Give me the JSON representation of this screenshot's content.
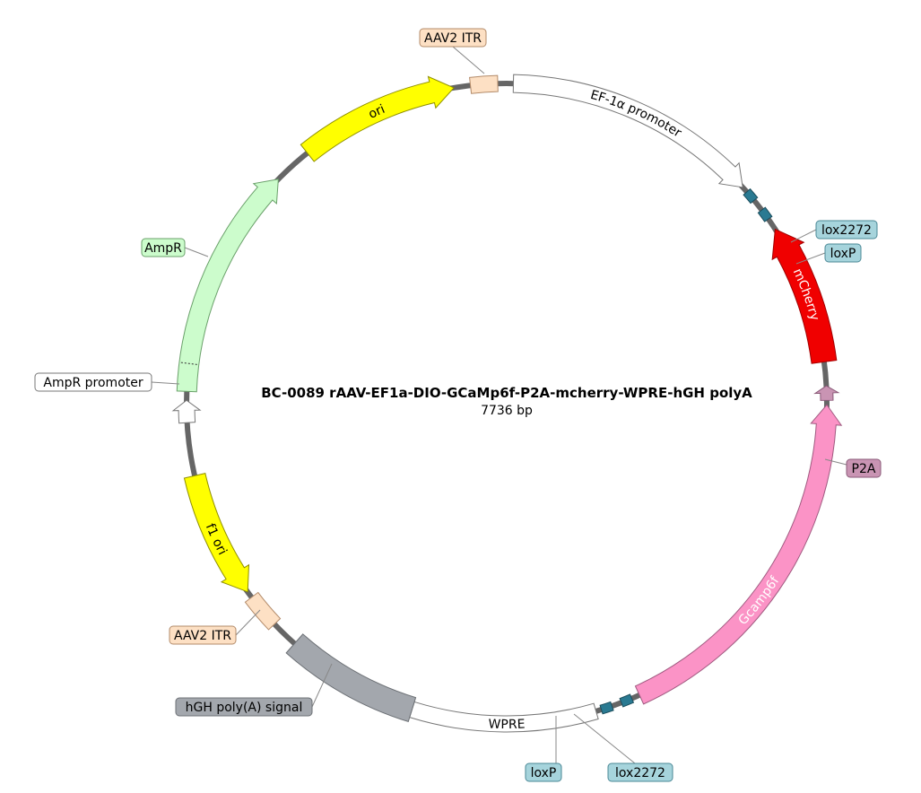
{
  "plasmid": {
    "title": "BC-0089   rAAV-EF1a-DIO-GCaMp6f-P2A-mcherry-WPRE-hGH polyA",
    "size": "7736 bp"
  },
  "features": [
    {
      "id": "aav2-itr-top",
      "label": "AAV2 ITR",
      "fill": "#fde0c4",
      "stroke": "#b38b6a",
      "shape": "box"
    },
    {
      "id": "ef1a-promoter",
      "label": "EF-1α promoter",
      "fill": "#ffffff",
      "stroke": "#777777",
      "shape": "arrow-cw"
    },
    {
      "id": "lox2272-right",
      "label": "lox2272",
      "fill": "#2a7a92",
      "stroke": "#1b4d5c",
      "shape": "small"
    },
    {
      "id": "loxp-right",
      "label": "loxP",
      "fill": "#2a7a92",
      "stroke": "#1b4d5c",
      "shape": "small"
    },
    {
      "id": "mcherry",
      "label": "mCherry",
      "fill": "#f00000",
      "stroke": "#a00000",
      "shape": "arrow-ccw"
    },
    {
      "id": "p2a",
      "label": "P2A",
      "fill": "#c994b3",
      "stroke": "#8a5a78",
      "shape": "arrow-ccw"
    },
    {
      "id": "gcamp6f",
      "label": "Gcamp6f",
      "fill": "#fb93c6",
      "stroke": "#a05a80",
      "shape": "arrow-ccw"
    },
    {
      "id": "lox2272-bottom",
      "label": "lox2272",
      "fill": "#2a7a92",
      "stroke": "#1b4d5c",
      "shape": "small"
    },
    {
      "id": "loxp-bottom",
      "label": "loxP",
      "fill": "#2a7a92",
      "stroke": "#1b4d5c",
      "shape": "small"
    },
    {
      "id": "wpre",
      "label": "WPRE",
      "fill": "#ffffff",
      "stroke": "#777777",
      "shape": "box"
    },
    {
      "id": "hgh-polya",
      "label": "hGH poly(A) signal",
      "fill": "#a3a7ad",
      "stroke": "#6c7075",
      "shape": "box"
    },
    {
      "id": "aav2-itr-bottom",
      "label": "AAV2 ITR",
      "fill": "#fde0c4",
      "stroke": "#b38b6a",
      "shape": "box"
    },
    {
      "id": "f1-ori",
      "label": "f1 ori",
      "fill": "#ffff00",
      "stroke": "#8f8f00",
      "shape": "arrow-ccw"
    },
    {
      "id": "ampr-promoter",
      "label": "AmpR promoter",
      "fill": "#ffffff",
      "stroke": "#777777",
      "shape": "arrow-cw"
    },
    {
      "id": "ampr",
      "label": "AmpR",
      "fill": "#ccfccc",
      "stroke": "#6aa06a",
      "shape": "arrow-cw"
    },
    {
      "id": "ori",
      "label": "ori",
      "fill": "#ffff00",
      "stroke": "#8f8f00",
      "shape": "arrow-cw"
    }
  ]
}
